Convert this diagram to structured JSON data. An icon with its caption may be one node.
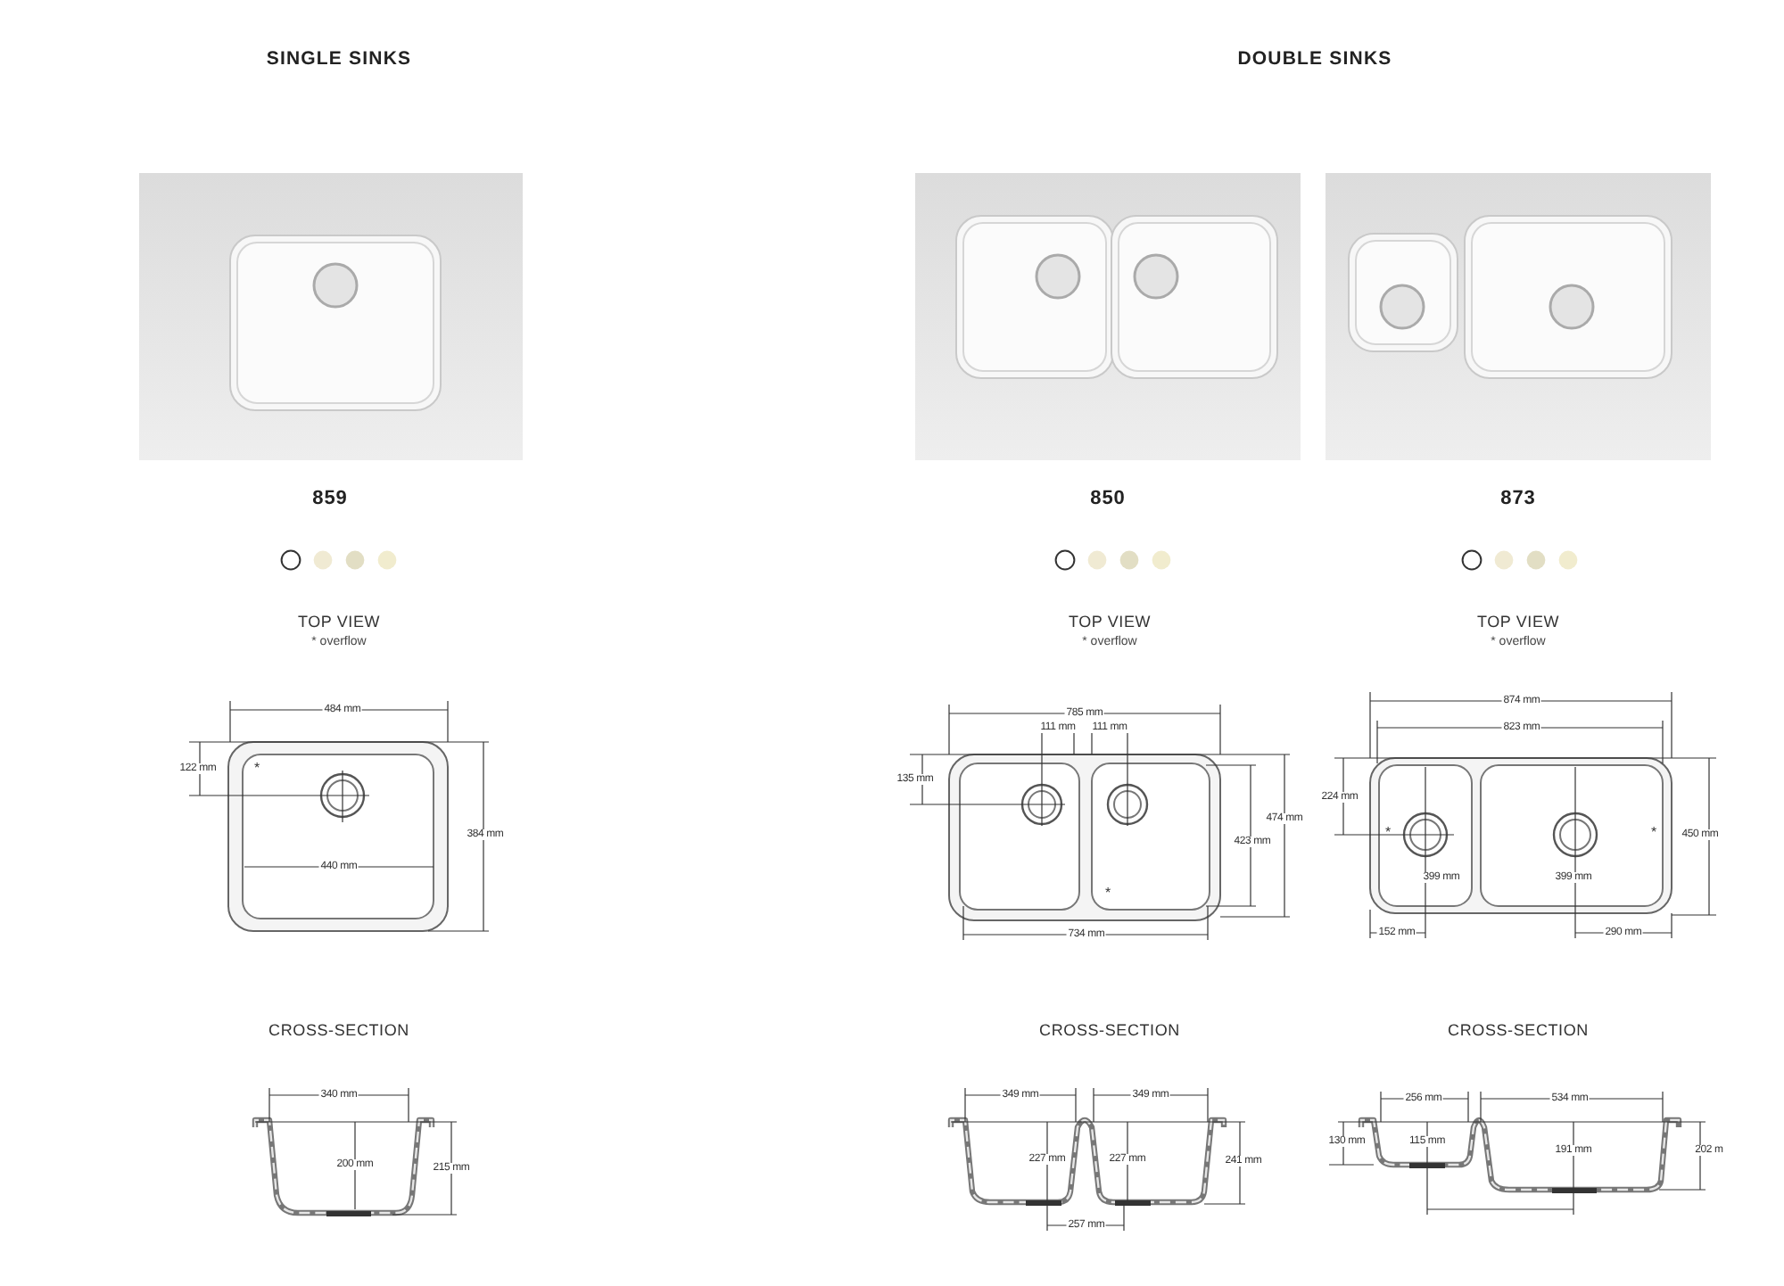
{
  "diagram": {
    "labels": [
      "SINGLE SINKS",
      "DOUBLE SINKS",
      "859",
      "850",
      "873",
      "TOP VIEW",
      "* overflow",
      "TOP VIEW",
      "* overflow",
      "TOP VIEW",
      "* overflow",
      "484 mm",
      "122 mm",
      "*",
      "384 mm",
      "440 mm",
      "785 mm",
      "111 mm",
      "111 mm",
      "135 mm",
      "474 mm",
      "423 mm",
      "*",
      "734 mm",
      "874 mm",
      "823 mm",
      "224 mm",
      "*",
      "*",
      "450 mm",
      "399 mm",
      "399 mm",
      "152 mm",
      "290 mm",
      "CROSS-SECTION",
      "CROSS-SECTION",
      "CROSS-SECTION",
      "340 mm",
      "200 mm",
      "215 mm",
      "349 mm",
      "349 mm",
      "227 mm",
      "227 mm",
      "241 mm",
      "257 mm",
      "256 mm",
      "534 mm",
      "130 mm",
      "115 mm",
      "191 mm",
      "202 m"
    ]
  }
}
